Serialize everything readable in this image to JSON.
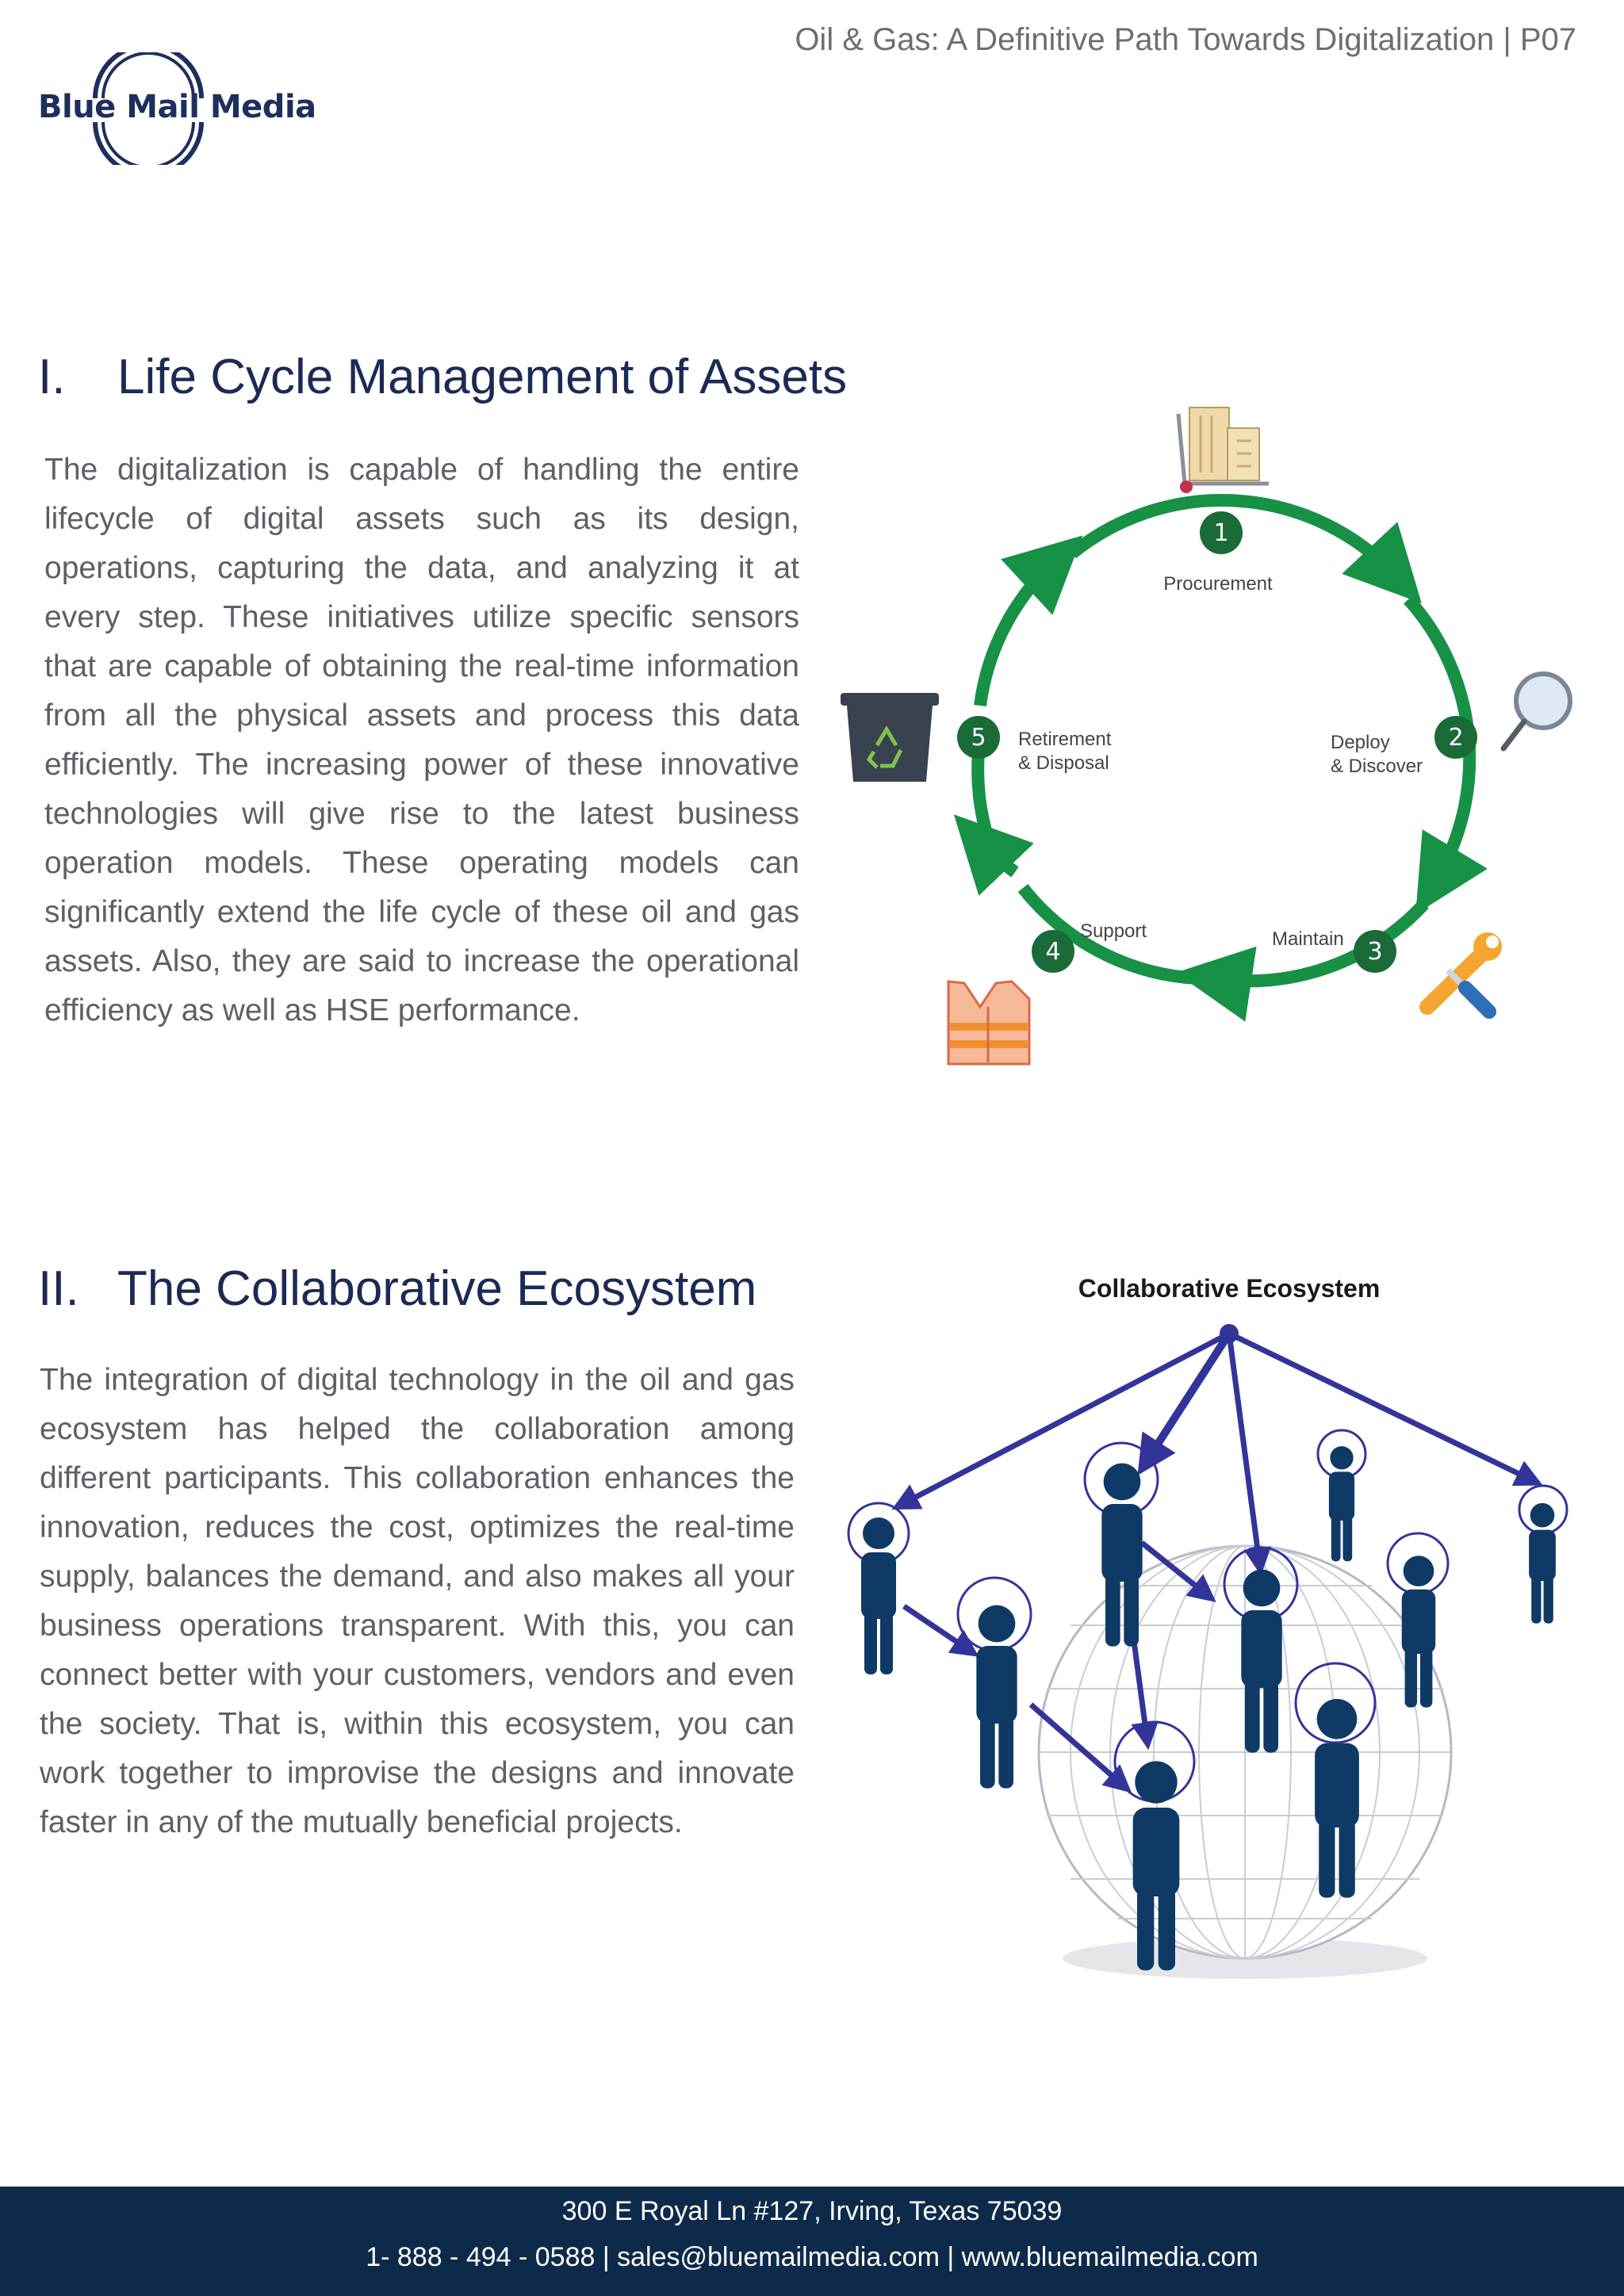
{
  "header": {
    "title": "Oil & Gas: A Definitive Path Towards Digitalization | P07"
  },
  "logo": {
    "text": "Blue Mail Media"
  },
  "section1": {
    "number": "I.",
    "title": "Life Cycle Management of Assets",
    "body": "The digitalization is capable of handling the entire lifecycle of digital assets such as its design, operations, capturing the data, and analyzing it at every step. These initiatives utilize specific sensors that are capable of obtaining the real-time information from all the physical assets and process this data efficiently. The increasing power of these innovative technologies will give rise to the latest business operation models. These operating models can significantly extend the life cycle of these oil and gas assets. Also, they are said to increase the operational efficiency as well as HSE performance.",
    "diagram": {
      "steps": [
        {
          "number": "1",
          "label": "Procurement"
        },
        {
          "number": "2",
          "label_line1": "Deploy",
          "label_line2": "& Discover"
        },
        {
          "number": "3",
          "label": "Maintain"
        },
        {
          "number": "4",
          "label": "Support"
        },
        {
          "number": "5",
          "label_line1": "Retirement",
          "label_line2": "& Disposal"
        }
      ],
      "colors": {
        "ring": "#169146",
        "badge": "#1a6b38"
      }
    }
  },
  "section2": {
    "number": "II.",
    "title": "The Collaborative Ecosystem",
    "body": "The integration of digital technology in the oil and gas ecosystem has helped the collaboration among different participants. This collaboration enhances the innovation, reduces the cost, optimizes the real-time supply, balances the demand, and also makes all your business operations transparent. With this, you can connect better with your customers, vendors and even the society. That is, within this ecosystem, you can work together to improvise the designs and innovate faster in any of the mutually beneficial projects.",
    "figure": {
      "title": "Collaborative Ecosystem",
      "colors": {
        "person": "#0f3a66",
        "arrow": "#33349a"
      }
    }
  },
  "footer": {
    "address": "300 E Royal Ln #127, Irving, Texas 75039",
    "contact": "1- 888 - 494 - 0588 | sales@bluemailmedia.com | www.bluemailmedia.com"
  }
}
